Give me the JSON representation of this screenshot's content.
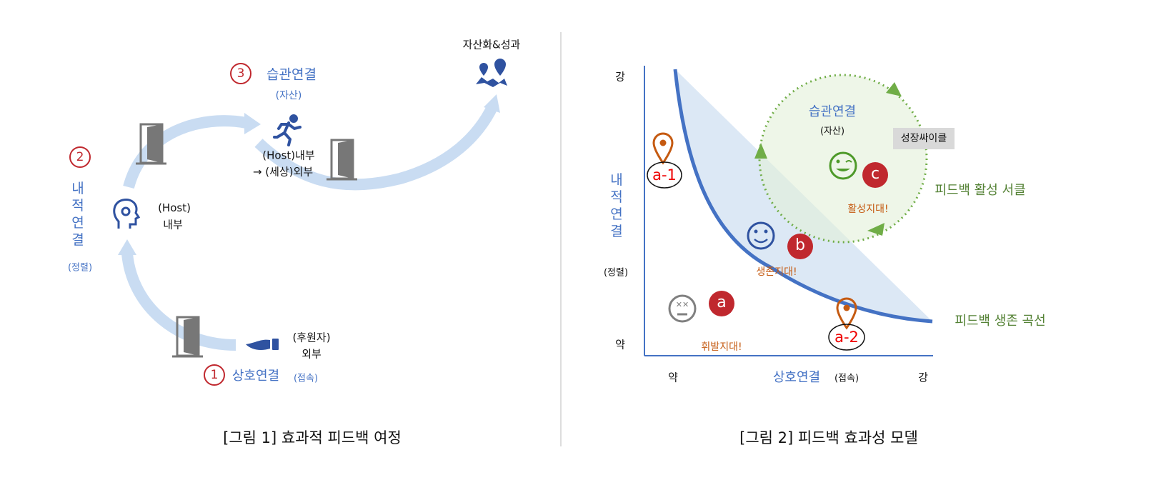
{
  "figure1": {
    "caption": "[그림 1] 효과적 피드백 여정",
    "outcome": "자산화&성과",
    "step1": {
      "num": "1",
      "label": "상호연결",
      "sub": "(접속)"
    },
    "step2": {
      "num": "2",
      "label": "내적연결",
      "sub": "(정렬)"
    },
    "step3": {
      "num": "3",
      "label": "습관연결",
      "sub": "(자산)"
    },
    "host_inner": [
      "(Host)",
      "내부"
    ],
    "host_to_world": [
      "(Host)내부",
      "→ (세상)외부"
    ],
    "sponsor": [
      "(후원자)",
      "외부"
    ]
  },
  "figure2": {
    "caption": "[그림 2] 피드백 효과성 모델",
    "y_axis": {
      "label": "내적연결",
      "sub": "(정렬)",
      "high": "강",
      "low": "약"
    },
    "x_axis": {
      "label": "상호연결",
      "sub": "(접속)",
      "low": "약",
      "high": "강"
    },
    "habit": {
      "label": "습관연결",
      "sub": "(자산)"
    },
    "growth_cycle": "성장싸이클",
    "active_circle": "피드백 활성 서클",
    "survival_curve": "피드백 생존 곡선",
    "zones": [
      {
        "badge": "a",
        "label": "휘발지대!"
      },
      {
        "badge": "b",
        "label": "생존지대!"
      },
      {
        "badge": "c",
        "label": "활성지대!"
      }
    ],
    "pins": [
      "a-1",
      "a-2"
    ]
  },
  "colors": {
    "blue": "#4472c4",
    "red": "#c0282e",
    "green": "#548235",
    "orange": "#c55a11",
    "arrow": "#c9dcf2"
  }
}
